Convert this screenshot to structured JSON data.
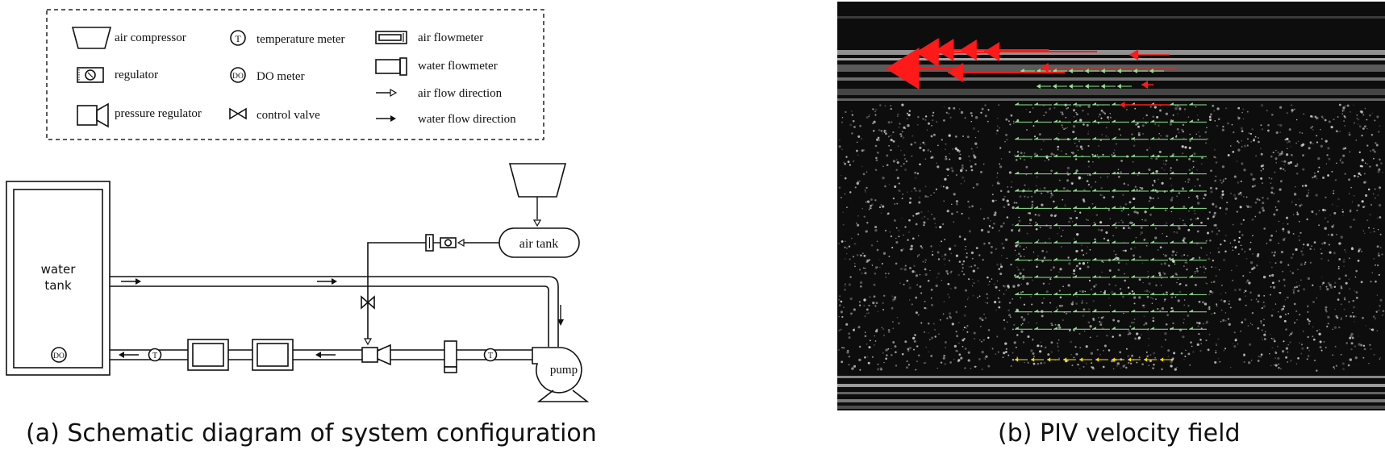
{
  "legend": {
    "air_compressor": "air compressor",
    "regulator": "regulator",
    "pressure_regulator": "pressure regulator",
    "temperature_meter": "temperature meter",
    "do_meter": "DO meter",
    "control_valve": "control valve",
    "air_flowmeter": "air flowmeter",
    "water_flowmeter": "water flowmeter",
    "air_flow_direction": "air flow direction",
    "water_flow_direction": "water flow direction",
    "symbol_t": "T",
    "symbol_do": "DO"
  },
  "schematic": {
    "water_tank_line1": "water",
    "water_tank_line2": "tank",
    "air_tank": "air tank",
    "pump": "pump",
    "t_symbol": "T",
    "do_symbol": "DO"
  },
  "captions": {
    "left": "(a) Schematic diagram of system configuration",
    "right": "(b) PIV velocity field"
  },
  "colors": {
    "green_vectors": "#8fe68f",
    "red_vectors": "#ff1a1a",
    "yellow_vectors": "#ffe000",
    "piv_background": "#0d0d0d"
  }
}
